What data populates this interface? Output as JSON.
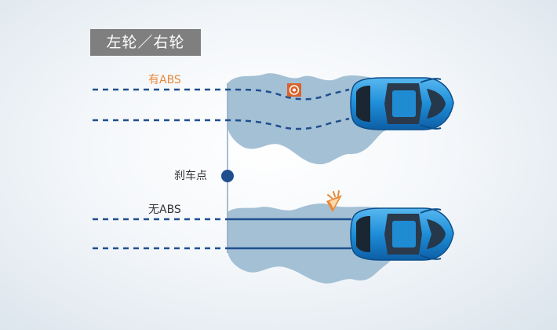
{
  "title": "左轮／右轮",
  "labels": {
    "with_abs": "有ABS",
    "brake_point": "刹车点",
    "without_abs": "无ABS"
  },
  "icons": {
    "abs_indicator": "abs-warning-icon",
    "skid_warning": "skid-warning-icon"
  },
  "colors": {
    "title_bg": "#7f7f7f",
    "wet_surface": "#9fbdd3",
    "track_line": "#1f4f8e",
    "brake_point": "#1f4f8e",
    "car_body": "#1e8ed8",
    "abs_label": "#e8893a",
    "warning": "#e8893a"
  }
}
